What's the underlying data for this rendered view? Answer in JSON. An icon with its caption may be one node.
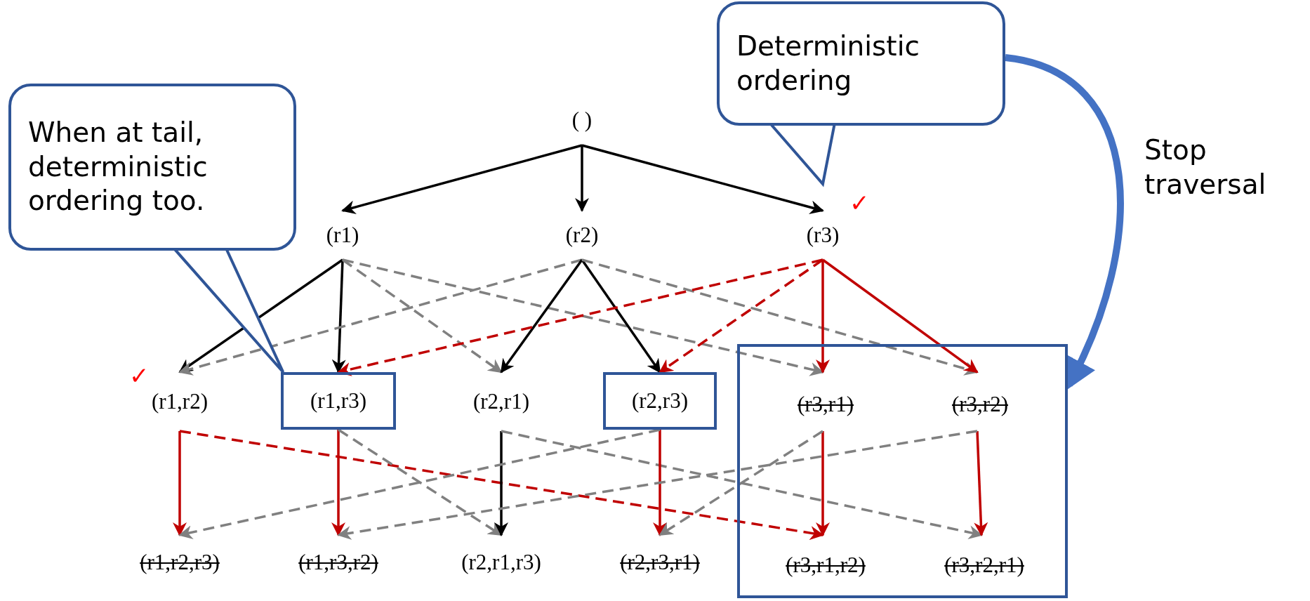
{
  "diagram": {
    "nodes": [
      {
        "text": [
          "( )"
        ]
      },
      {
        "text": [
          "(r1)"
        ]
      },
      {
        "text": [
          "(r2)"
        ]
      },
      {
        "text": [
          "(r3)"
        ],
        "beside": [
          "✓"
        ]
      },
      {
        "text": [
          "(r1,r2)"
        ],
        "beside": [
          "✓"
        ]
      },
      {
        "text": [
          "(r1,r3)"
        ]
      },
      {
        "text": [
          "(r2,r1)"
        ]
      },
      {
        "text": [
          "(r2,r3)"
        ]
      },
      {
        "text": [],
        "shape": "box"
      },
      {
        "text": [
          "(r3,r1)"
        ],
        "in": 8
      },
      {
        "text": [
          "(r3,r2)"
        ],
        "in": 8
      },
      {
        "text": [
          "(r1,r2,r3)"
        ]
      },
      {
        "text": [
          "(r1,r3,r2)"
        ]
      },
      {
        "text": [
          "(r2,r1,r3)"
        ]
      },
      {
        "text": [
          "(r2,r3,r1)"
        ]
      },
      {
        "text": [
          "(r3,r1,r2)"
        ],
        "in": 8
      },
      {
        "text": [
          "(r3,r2,r1)"
        ],
        "in": 8
      },
      {
        "text": [
          "When at tail, deterministic ordering too."
        ]
      },
      {
        "text": [
          "Deterministic ordering"
        ]
      }
    ],
    "edges": [
      {
        "from": 0,
        "to": 1,
        "arrow": "to",
        "color": "#000000"
      },
      {
        "from": 0,
        "to": 2,
        "arrow": "to",
        "color": "#000000"
      },
      {
        "from": 0,
        "to": 3,
        "arrow": "to",
        "color": "#000000"
      },
      {
        "from": 1,
        "to": 4,
        "arrow": "to",
        "color": "#000000"
      },
      {
        "from": 1,
        "to": 5,
        "arrow": "to",
        "color": "#000000"
      },
      {
        "from": 1,
        "to": 6,
        "arrow": "to",
        "style": "dashed",
        "color": "#808080"
      },
      {
        "from": 1,
        "to": 9,
        "arrow": "to",
        "style": "dashed",
        "color": "#808080"
      },
      {
        "from": 2,
        "to": 4,
        "arrow": "to",
        "style": "dashed",
        "color": "#808080"
      },
      {
        "from": 2,
        "to": 6,
        "arrow": "to",
        "color": "#000000"
      },
      {
        "from": 2,
        "to": 7,
        "arrow": "to",
        "color": "#000000"
      },
      {
        "from": 2,
        "to": 10,
        "arrow": "to",
        "style": "dashed",
        "color": "#808080"
      },
      {
        "from": 3,
        "to": 5,
        "arrow": "to",
        "style": "dashed",
        "color": "#c00000"
      },
      {
        "from": 3,
        "to": 7,
        "arrow": "to",
        "style": "dashed",
        "color": "#c00000"
      },
      {
        "from": 3,
        "to": 9,
        "arrow": "to",
        "color": "#c00000"
      },
      {
        "from": 3,
        "to": 10,
        "arrow": "to",
        "color": "#c00000"
      },
      {
        "from": 4,
        "to": 11,
        "arrow": "to",
        "color": "#c00000"
      },
      {
        "from": 4,
        "to": 15,
        "arrow": "to",
        "style": "dashed",
        "color": "#c00000"
      },
      {
        "from": 5,
        "to": 12,
        "arrow": "to",
        "color": "#c00000"
      },
      {
        "from": 5,
        "to": 13,
        "arrow": "to",
        "style": "dashed",
        "color": "#808080"
      },
      {
        "from": 6,
        "to": 13,
        "arrow": "to",
        "color": "#000000"
      },
      {
        "from": 6,
        "to": 16,
        "arrow": "to",
        "style": "dashed",
        "color": "#808080"
      },
      {
        "from": 7,
        "to": 14,
        "arrow": "to",
        "color": "#c00000"
      },
      {
        "from": 7,
        "to": 11,
        "arrow": "to",
        "style": "dashed",
        "color": "#808080"
      },
      {
        "from": 9,
        "to": 15,
        "arrow": "to",
        "color": "#c00000"
      },
      {
        "from": 9,
        "to": 14,
        "arrow": "to",
        "style": "dashed",
        "color": "#808080"
      },
      {
        "from": 10,
        "to": 16,
        "arrow": "to",
        "color": "#c00000"
      },
      {
        "from": 10,
        "to": 12,
        "arrow": "to",
        "style": "dashed",
        "color": "#808080"
      },
      {
        "from": 17,
        "to": 5,
        "arrow": "to",
        "color": "#2f5597"
      },
      {
        "from": 18,
        "to": 3,
        "arrow": "to",
        "color": "#2f5597"
      },
      {
        "from": 18,
        "to": 8,
        "arrow": "to",
        "label": "Stop traversal",
        "style": "thick",
        "color": "#4472c4"
      }
    ]
  }
}
